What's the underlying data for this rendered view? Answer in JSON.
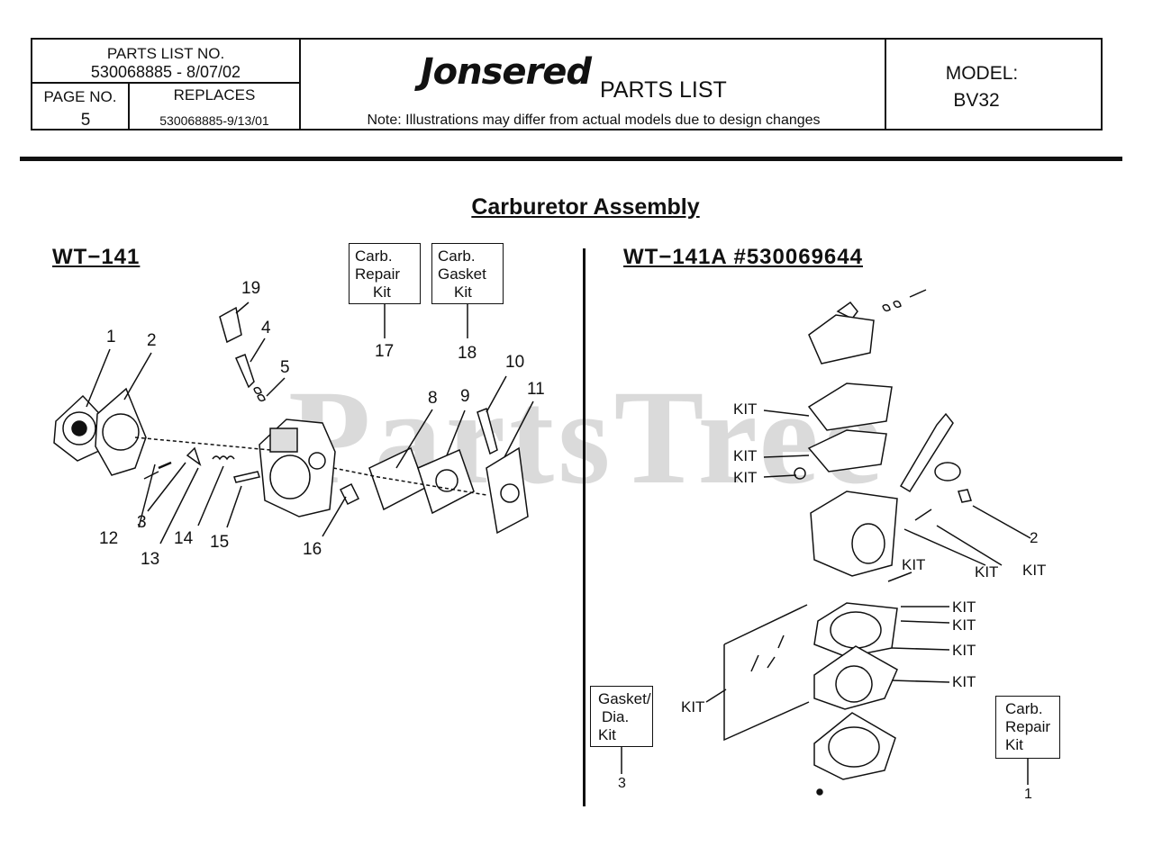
{
  "header": {
    "parts_list_no_label": "PARTS LIST NO.",
    "parts_list_no": "530068885 - 8/07/02",
    "page_no_label": "PAGE NO.",
    "page_no": "5",
    "replaces_label": "REPLACES",
    "replaces_value": "530068885-9/13/01",
    "brand": "Jonsered",
    "doc_title": "PARTS LIST",
    "note": "Note: Illustrations may differ from actual models due to design changes",
    "model_label": "MODEL:",
    "model_value": "BV32"
  },
  "diagram": {
    "title": "Carburetor Assembly",
    "left_label": "WT−141",
    "right_label": "WT−141A  #530069644",
    "watermark": "PartsTree",
    "left_boxes": [
      {
        "line1": "Carb.",
        "line2": "Repair",
        "line3": "Kit",
        "ref": "17"
      },
      {
        "line1": "Carb.",
        "line2": "Gasket",
        "line3": "Kit",
        "ref": "18"
      }
    ],
    "left_callouts": [
      "1",
      "2",
      "19",
      "4",
      "5",
      "8",
      "9",
      "10",
      "11",
      "12",
      "3",
      "13",
      "14",
      "15",
      "16"
    ],
    "right_kit_label": "KIT",
    "right_callouts": [
      "2",
      "1",
      "3"
    ],
    "right_boxes": [
      {
        "line1": "Gasket/",
        "line2": "Dia.",
        "line3": "Kit",
        "ref": "3"
      },
      {
        "line1": "Carb.",
        "line2": "Repair",
        "line3": "Kit",
        "ref": "1"
      }
    ]
  }
}
